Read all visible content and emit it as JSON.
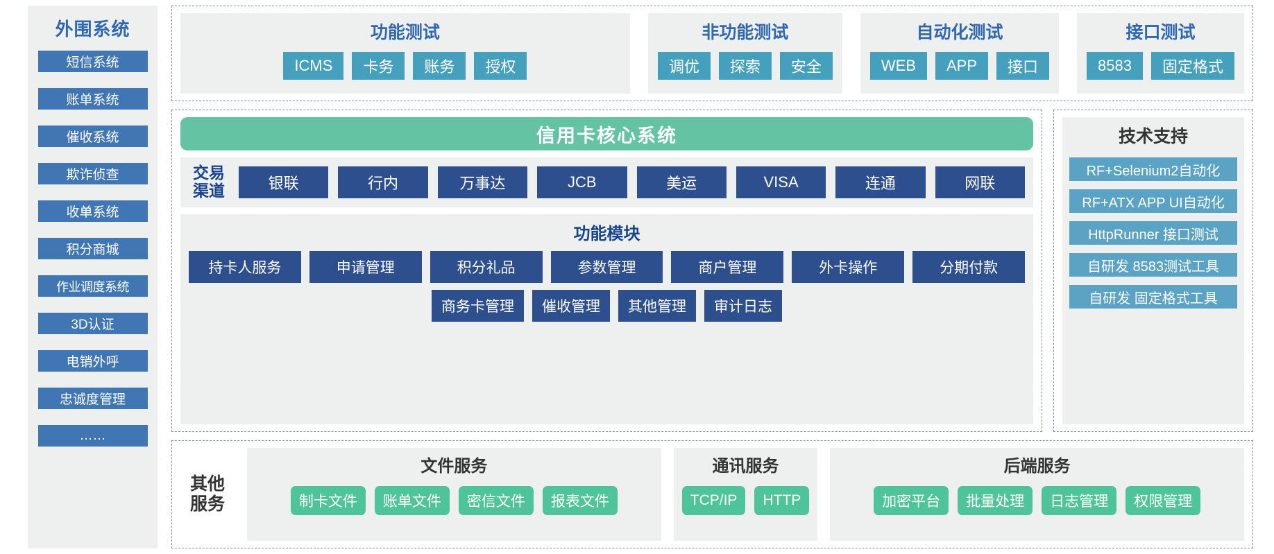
{
  "sidebar": {
    "title": "外围系统",
    "items": [
      {
        "label": "短信系统"
      },
      {
        "label": "账单系统"
      },
      {
        "label": "催收系统"
      },
      {
        "label": "欺诈侦查"
      },
      {
        "label": "收单系统"
      },
      {
        "label": "积分商城"
      },
      {
        "label": "作业调度系统"
      },
      {
        "label": "3D认证"
      },
      {
        "label": "电销外呼"
      },
      {
        "label": "忠诚度管理"
      },
      {
        "label": "……"
      }
    ]
  },
  "tests": [
    {
      "title": "功能测试",
      "chips": [
        "ICMS",
        "卡务",
        "账务",
        "授权"
      ]
    },
    {
      "title": "非功能测试",
      "chips": [
        "调优",
        "探索",
        "安全"
      ]
    },
    {
      "title": "自动化测试",
      "chips": [
        "WEB",
        "APP",
        "接口"
      ]
    },
    {
      "title": "接口测试",
      "chips": [
        "8583",
        "固定格式"
      ]
    }
  ],
  "core": {
    "header": "信用卡核心系统",
    "channel_label_line1": "交易",
    "channel_label_line2": "渠道",
    "channels": [
      "银联",
      "行内",
      "万事达",
      "JCB",
      "美运",
      "VISA",
      "连通",
      "网联"
    ],
    "modules_title": "功能模块",
    "modules_row1": [
      "持卡人服务",
      "申请管理",
      "积分礼品",
      "参数管理",
      "商户管理",
      "外卡操作",
      "分期付款"
    ],
    "modules_row2": [
      "商务卡管理",
      "催收管理",
      "其他管理",
      "审计日志"
    ]
  },
  "tech_support": {
    "title": "技术支持",
    "items": [
      "RF+Selenium2自动化",
      "RF+ATX APP UI自动化",
      "HttpRunner 接口测试",
      "自研发 8583测试工具",
      "自研发 固定格式工具"
    ]
  },
  "other_services": {
    "label_line1": "其他",
    "label_line2": "服务",
    "groups": [
      {
        "title": "文件服务",
        "chips": [
          "制卡文件",
          "账单文件",
          "密信文件",
          "报表文件"
        ]
      },
      {
        "title": "通讯服务",
        "chips": [
          "TCP/IP",
          "HTTP"
        ]
      },
      {
        "title": "后端服务",
        "chips": [
          "加密平台",
          "批量处理",
          "日志管理",
          "权限管理"
        ]
      }
    ]
  },
  "colors": {
    "sidebar_blue": "#4176b4",
    "title_blue": "#2f67b1",
    "chip_teal": "#45a0bd",
    "chip_navy": "#2d4f8e",
    "core_green": "#63c3a2",
    "service_green": "#4fc49b",
    "panel_gray": "#eeefef",
    "heading_dark": "#333333"
  }
}
